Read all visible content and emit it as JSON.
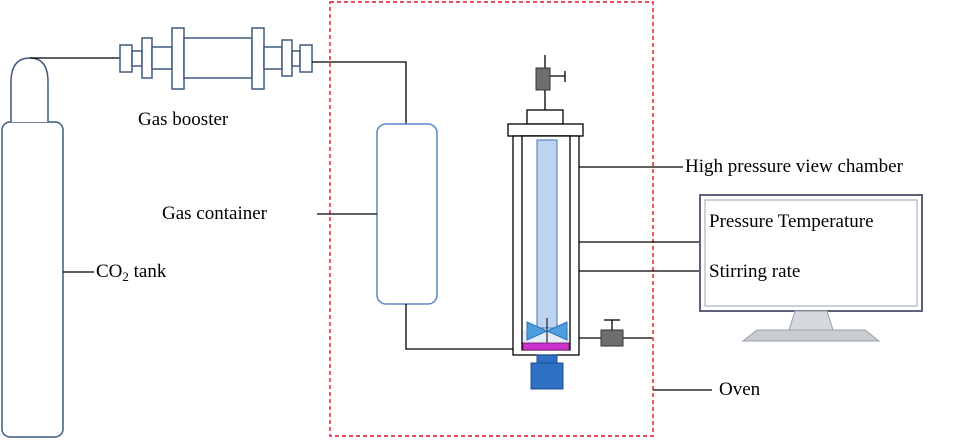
{
  "labels": {
    "gas_booster": "Gas booster",
    "gas_container": "Gas container",
    "co2_tank_main": "CO",
    "co2_tank_sub": "2",
    "co2_tank_rest": " tank",
    "chamber": "High pressure view chamber",
    "monitor_line1": "Pressure Temperature",
    "monitor_line2": "Stirring rate",
    "oven": "Oven"
  },
  "colors": {
    "line": "#000000",
    "oven_border": "#e0141a",
    "component_outline": "#3f5a7e",
    "chamber_inner_fill": "#bcd4ef",
    "chamber_inner_stroke": "#5b85c5",
    "motor_blue": "#2f6fc4",
    "valve_gray": "#6e6e6e",
    "heater_magenta": "#cc33cc",
    "monitor_frame": "#5a6378",
    "monitor_stand": "#c9ccd1"
  }
}
